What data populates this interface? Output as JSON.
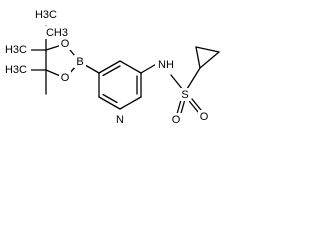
{
  "structure": {
    "atoms": {
      "h3c_1": "H3C",
      "ch3_2": "CH3",
      "h3c_3": "H3C",
      "h3c_4": "H3C",
      "o_top": "O",
      "o_bottom": "O",
      "b": "B",
      "n_ring": "N",
      "nh": "NH",
      "s": "S",
      "o_s_left": "O",
      "o_s_right": "O"
    }
  }
}
